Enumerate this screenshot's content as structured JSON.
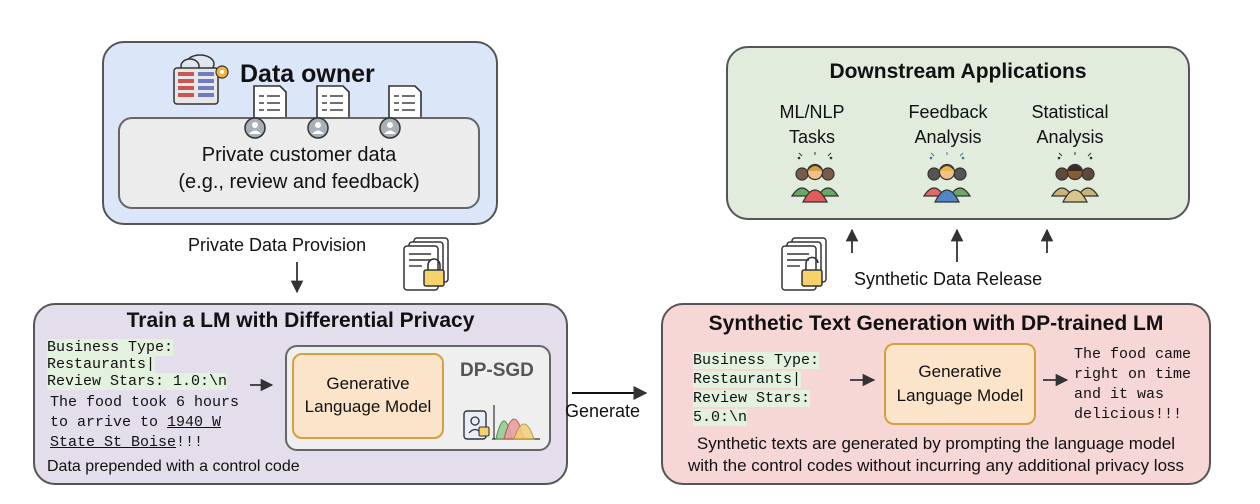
{
  "data_owner": {
    "title": "Data owner",
    "data_line1": "Private customer data",
    "data_line2": "(e.g., review and feedback)"
  },
  "provision_label": "Private Data Provision",
  "train": {
    "title": "Train a LM with Differential Privacy",
    "code_line1": "Business Type:",
    "code_line2": "Restaurants|",
    "code_line3": "Review Stars: 1.0:\\n",
    "text_line1": "The food took 6 hours",
    "text_line2_prefix": "to arrive to ",
    "text_line2_addr": "1940 W",
    "text_line3_addr": "State St Boise",
    "text_line3_suffix": "!!!",
    "model_line1": "Generative",
    "model_line2": "Language Model",
    "dp_label": "DP-SGD",
    "caption": "Data prepended with a control code"
  },
  "generate_label": "Generate",
  "downstream": {
    "title": "Downstream Applications",
    "apps": [
      {
        "line1": "ML/NLP",
        "line2": "Tasks"
      },
      {
        "line1": "Feedback",
        "line2": "Analysis"
      },
      {
        "line1": "Statistical",
        "line2": "Analysis"
      }
    ]
  },
  "release_label": "Synthetic Data Release",
  "synthetic": {
    "title": "Synthetic Text Generation with DP-trained LM",
    "code_line1": "Business Type:",
    "code_line2": "Restaurants|",
    "code_line3": "Review Stars:",
    "code_line4": "5.0:\\n",
    "model_line1": "Generative",
    "model_line2": "Language Model",
    "out_line1": "The food came",
    "out_line2": "right on time",
    "out_line3": "and it was",
    "out_line4": "delicious!!!",
    "caption_line1": "Synthetic texts are generated by prompting the language model",
    "caption_line2": "with the control codes without incurring any additional privacy loss"
  },
  "colors": {
    "owner_bg": "#dbe6f8",
    "train_bg": "#e4ddec",
    "downstream_bg": "#e1ecdc",
    "synthetic_bg": "#f6d7d5",
    "model_bg": "#fbe4c9",
    "code_highlight": "#e3f1df"
  }
}
